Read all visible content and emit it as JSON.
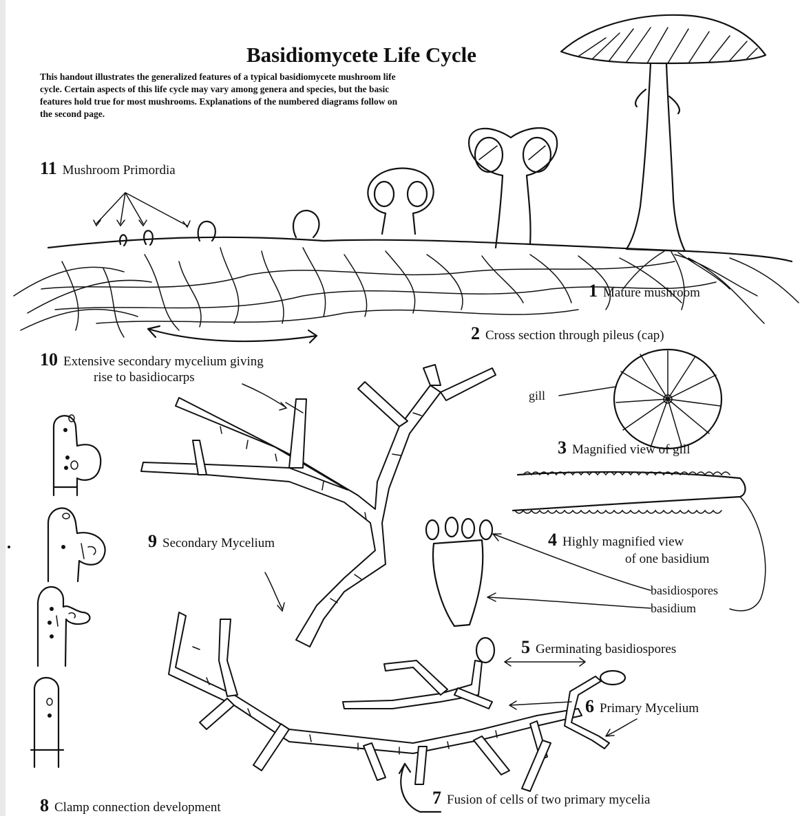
{
  "title": "Basidiomycete Life Cycle",
  "intro": "This handout illustrates the generalized features of a typical basidiomycete mushroom life cycle. Certain aspects of this life cycle may vary among genera and species, but the basic features hold true for most mushrooms. Explanations of the numbered diagrams follow on the second page.",
  "stages": {
    "s1": {
      "num": "1",
      "label": "Mature mushroom"
    },
    "s2": {
      "num": "2",
      "label": "Cross section through pileus (cap)"
    },
    "s3": {
      "num": "3",
      "label": "Magnified view of gill"
    },
    "s4": {
      "num": "4",
      "label": "Highly magnified view",
      "label2": "of one basidium"
    },
    "s5": {
      "num": "5",
      "label": "Germinating basidiospores"
    },
    "s6": {
      "num": "6",
      "label": "Primary Mycelium"
    },
    "s7": {
      "num": "7",
      "label": "Fusion of cells of two primary mycelia"
    },
    "s8": {
      "num": "8",
      "label": "Clamp connection development"
    },
    "s9": {
      "num": "9",
      "label": "Secondary Mycelium"
    },
    "s10": {
      "num": "10",
      "label": "Extensive secondary mycelium giving",
      "label2": "rise to basidiocarps"
    },
    "s11": {
      "num": "11",
      "label": "Mushroom Primordia"
    }
  },
  "callouts": {
    "gill": "gill",
    "basidiospores": "basidiospores",
    "basidium": "basidium"
  }
}
